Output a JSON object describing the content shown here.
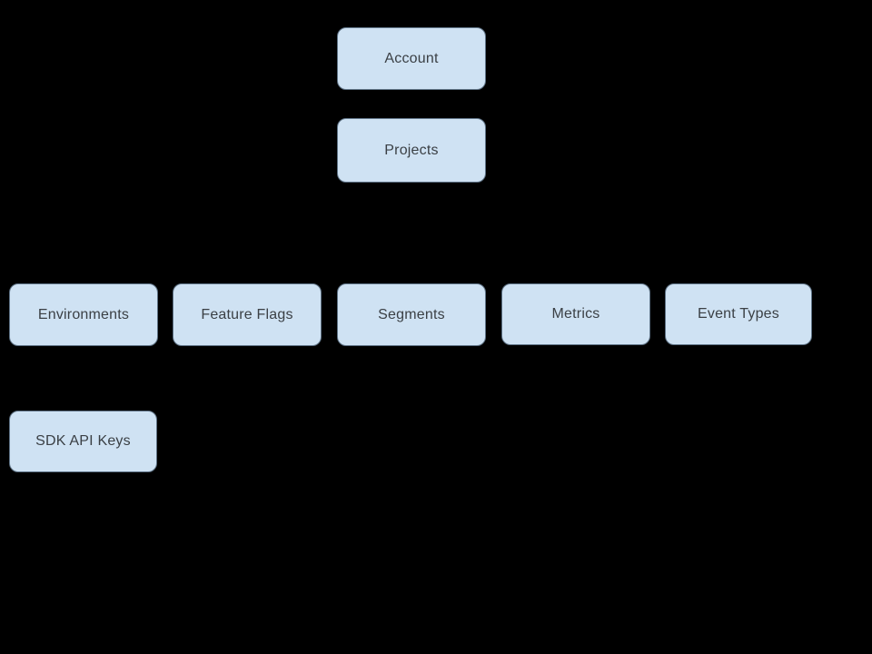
{
  "colors": {
    "background": "#000000",
    "node_fill": "#cfe2f3",
    "node_border": "#5f7386",
    "node_text": "#3b4045"
  },
  "diagram": {
    "nodes": {
      "account": {
        "label": "Account"
      },
      "projects": {
        "label": "Projects"
      },
      "environments": {
        "label": "Environments"
      },
      "feature_flags": {
        "label": "Feature Flags"
      },
      "segments": {
        "label": "Segments"
      },
      "metrics": {
        "label": "Metrics"
      },
      "event_types": {
        "label": "Event Types"
      },
      "sdk_api_keys": {
        "label": "SDK API Keys"
      }
    }
  }
}
